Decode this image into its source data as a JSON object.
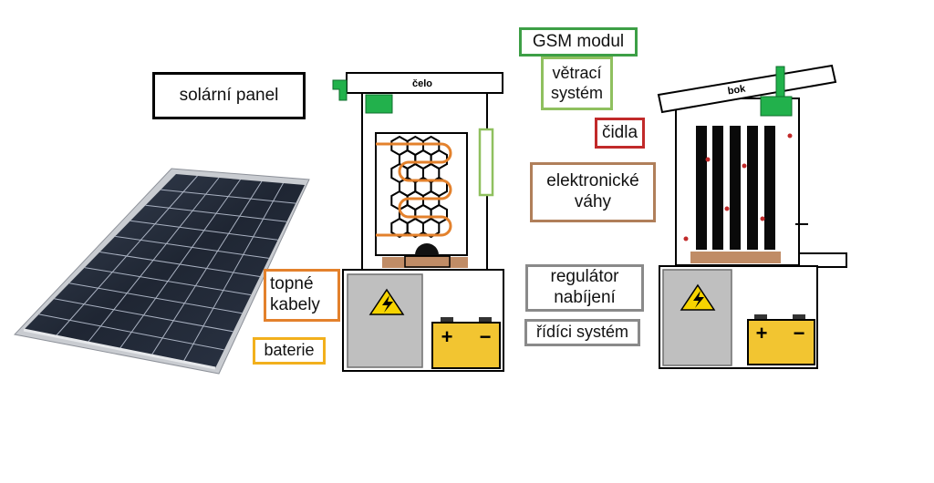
{
  "labels": {
    "solar_panel": "solární panel",
    "gsm_module": "GSM modul",
    "ventilation": "větrací\nsystém",
    "sensors": "čidla",
    "scale": "elektronické\nváhy",
    "heating_cables": "topné\nkabely",
    "battery": "baterie",
    "charge_regulator": "regulátor\nnabíjení",
    "control_system": "řídíci systém"
  },
  "front_view": {
    "roof_label": "čelo"
  },
  "side_view": {
    "roof_label": "bok"
  },
  "battery_symbols": {
    "plus": "+",
    "minus": "−"
  },
  "colors": {
    "gsm": "#3d9f46",
    "ventilation": "#8fc05f",
    "sensor": "#c12a2a",
    "scale": "#b07f5a",
    "heating": "#e3812c",
    "battery": "#f2c531",
    "regulator": "#8a8a8a",
    "panel": "#2a3240"
  }
}
